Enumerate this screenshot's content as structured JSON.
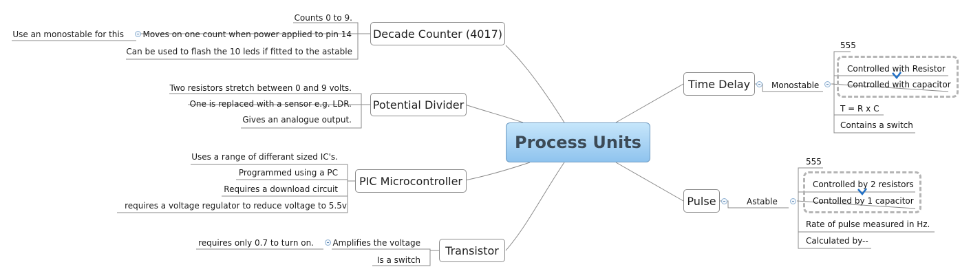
{
  "central": "Process Units",
  "left": {
    "decade": {
      "title": "Decade Counter (4017)",
      "items": [
        "Counts 0 to 9.",
        "Moves on one count when power applied to pin 14",
        "Can be used to flash the 10 leds if fitted to the astable"
      ],
      "sub": "Use an monostable for this"
    },
    "divider": {
      "title": "Potential Divider",
      "items": [
        "Two resistors stretch between 0 and 9 volts.",
        "One is replaced with a sensor e.g. LDR.",
        "Gives an analogue output."
      ]
    },
    "pic": {
      "title": "PIC Microcontroller",
      "items": [
        "Uses a range of differant sized IC's.",
        "Programmed using a PC",
        "Requires a download circuit",
        "requires a voltage regulator to reduce voltage to 5.5v"
      ]
    },
    "transistor": {
      "title": "Transistor",
      "items": [
        "Amplifies the voltage",
        "Is a switch"
      ],
      "sub": "requires only 0.7 to turn on."
    }
  },
  "right": {
    "delay": {
      "title": "Time Delay",
      "mode": "Monostable",
      "chip": "555",
      "items": [
        "Controlled with Resistor",
        "Controlled with capacitor",
        "T = R x C",
        "Contains a switch"
      ]
    },
    "pulse": {
      "title": "Pulse",
      "mode": "Astable",
      "chip": "555",
      "items": [
        "Controlled by 2 resistors",
        "Contolled by 1 capacitor",
        "Rate of pulse measured in Hz.",
        "Calculated by--"
      ]
    }
  },
  "colors": {
    "central_top": "#c6e6fb",
    "central_bottom": "#8fc3ee",
    "tick": "#1f6fc5",
    "boundary": "#b4b4b4"
  }
}
